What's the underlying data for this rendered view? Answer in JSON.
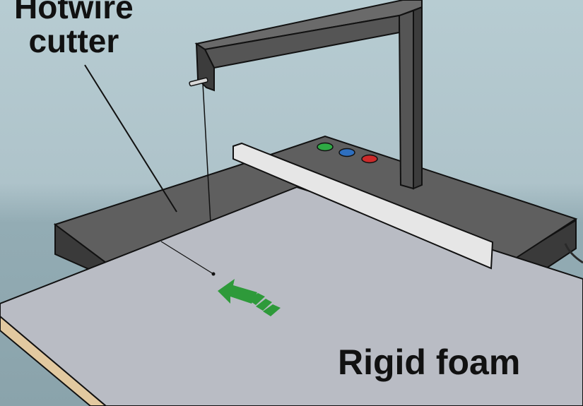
{
  "labels": {
    "hotwire_line1": "Hotwire",
    "hotwire_line2": "cutter",
    "foam": "Rigid foam"
  },
  "colors": {
    "background_top": "#b5cbd1",
    "background_bottom": "#8fa8b0",
    "base_top": "#5f5f5f",
    "base_side": "#3a3a3a",
    "arm": "#555555",
    "fence": "#e6e6e6",
    "foam": "#b9bcc4",
    "foam_edge": "#e2c9a0",
    "arrow": "#2e9a3a",
    "button_green": "#2eaa44",
    "button_blue": "#2e6fbf",
    "button_red": "#cc2a2a",
    "text": "#111111"
  },
  "icons": {
    "direction": "arrow-left-icon"
  }
}
